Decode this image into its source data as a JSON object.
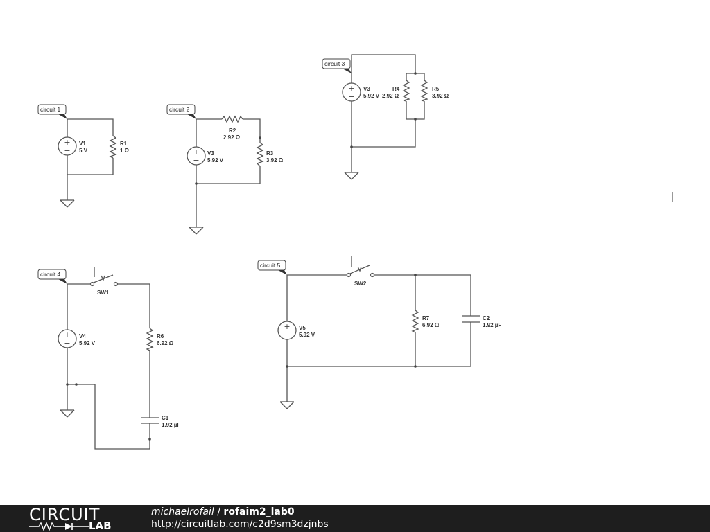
{
  "circuits": {
    "c1": {
      "tag": "circuit 1",
      "V1": {
        "name": "V1",
        "value": "5 V"
      },
      "R1": {
        "name": "R1",
        "value": "1 Ω"
      }
    },
    "c2": {
      "tag": "circuit 2",
      "V3": {
        "name": "V3",
        "value": "5.92 V"
      },
      "R2": {
        "name": "R2",
        "value": "2.92 Ω"
      },
      "R3": {
        "name": "R3",
        "value": "3.92 Ω"
      }
    },
    "c3": {
      "tag": "circuit 3",
      "V3": {
        "name": "V3",
        "value": "5.92 V"
      },
      "R4": {
        "name": "R4",
        "value": "2.92 Ω"
      },
      "R5": {
        "name": "R5",
        "value": "3.92 Ω"
      }
    },
    "c4": {
      "tag": "circuit 4",
      "SW1": {
        "name": "SW1"
      },
      "V4": {
        "name": "V4",
        "value": "5.92 V"
      },
      "R6": {
        "name": "R6",
        "value": "6.92 Ω"
      },
      "C1": {
        "name": "C1",
        "value": "1.92 µF"
      }
    },
    "c5": {
      "tag": "circuit 5",
      "SW2": {
        "name": "SW2"
      },
      "V5": {
        "name": "V5",
        "value": "5.92 V"
      },
      "R7": {
        "name": "R7",
        "value": "6.92 Ω"
      },
      "C2": {
        "name": "C2",
        "value": "1.92 µF"
      }
    }
  },
  "symbols": {
    "plus": "+",
    "minus": "−"
  },
  "footer": {
    "logo_top": "CIRCUIT",
    "logo_bottom": "LAB",
    "owner": "michaelrofail",
    "separator": " / ",
    "project": "rofaim2_lab0",
    "url": "http://circuitlab.com/c2d9sm3dzjnbs"
  },
  "colors": {
    "wire": "#555555",
    "footer_bg": "#1e1e1e"
  }
}
